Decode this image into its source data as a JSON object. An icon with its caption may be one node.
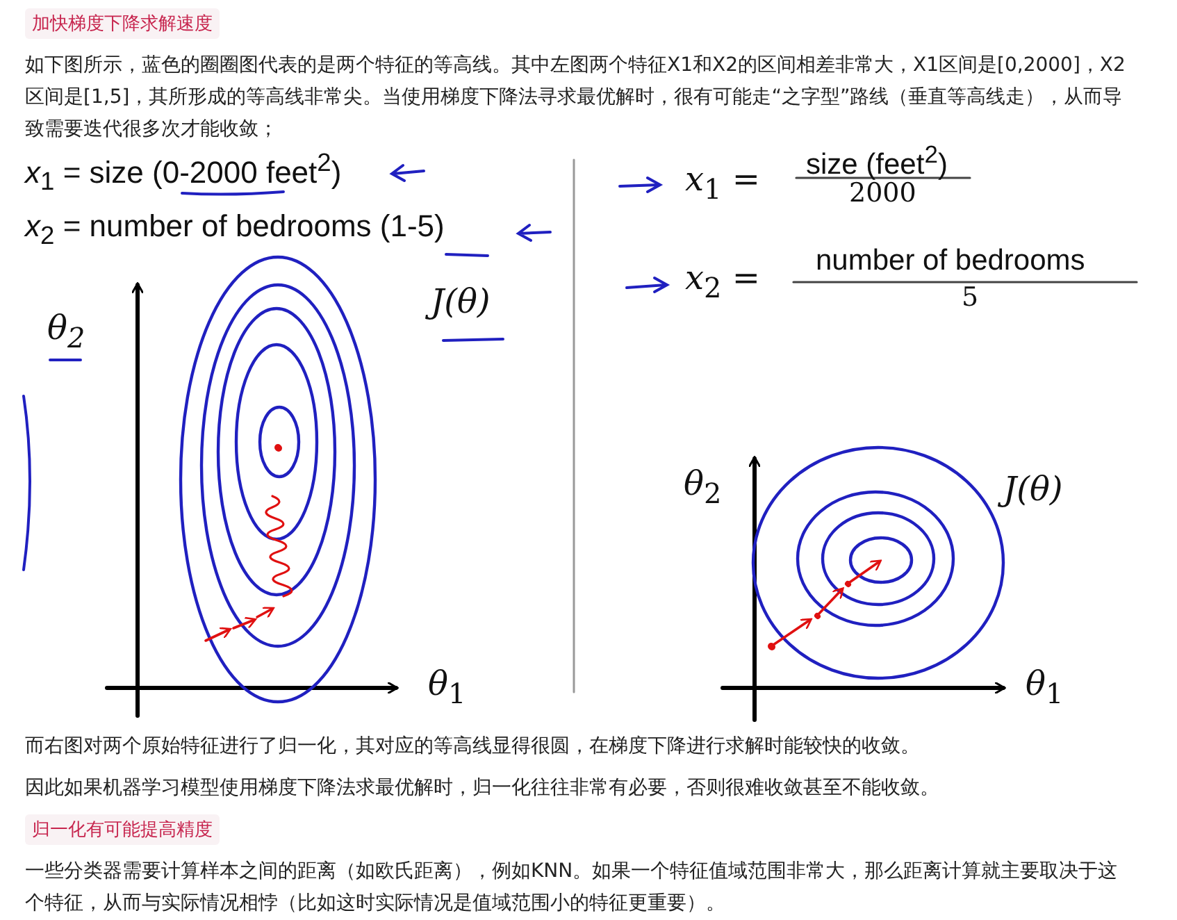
{
  "diagram": {
    "labels": [
      "加快梯度下降求解速度",
      "如下图所示，蓝色的圈圈图代表的是两个特征的等高线。其中左图两个特征X1和X2的区间相差非常大，X1区间是[0,2000]，X2区间是[1,5]，其所形成的等高线非常尖。当使用梯度下降法寻求最优解时，很有可能走“之字型”路线（垂直等高线走），从而导致需要迭代很多次才能收敛；",
      "*x*$_{1}$ = size (0-2000 feet$^{2}$)",
      "*x*$_{2}$ = number of bedrooms (1-5)",
      "*θ*$_{2}$",
      "J(θ)",
      "*θ*$_{1}$",
      "*x*$_{1}$ =",
      "size (feet$^{2}$)",
      "2000",
      "*x*$_{2}$ =",
      "number of bedrooms",
      "5",
      "*θ*$_{2}$",
      "J(θ)",
      "*θ*$_{1}$",
      "而右图对两个原始特征进行了归一化，其对应的等高线显得很圆，在梯度下降进行求解时能较快的收敛。",
      "因此如果机器学习模型使用梯度下降法求最优解时，归一化往往非常有必要，否则很难收敛甚至不能收敛。",
      "归一化有可能提高精度",
      "一些分类器需要计算样本之间的距离（如欧氏距离），例如KNN。如果一个特征值域范围非常大，那么距离计算就主要取决于这个特征，从而与实际情况相悖（比如这时实际情况是值域范围小的特征更重要）。"
    ]
  }
}
